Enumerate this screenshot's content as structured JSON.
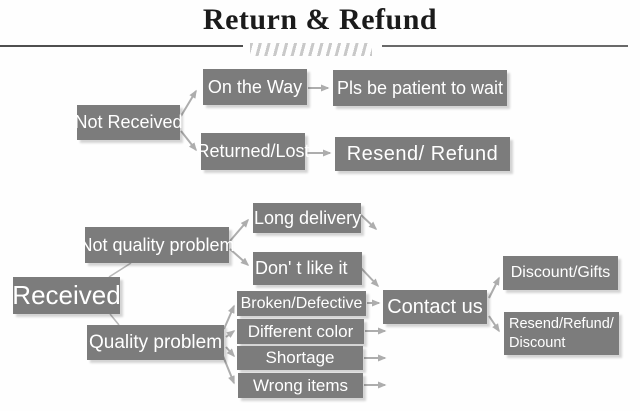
{
  "title": "Return & Refund",
  "colors": {
    "box": "#7c7c7c",
    "arrow": "#adadad",
    "text": "#ffffff",
    "title": "#1b1b1b",
    "rule": "#4f4f4f",
    "hatch": "#c9c9c9"
  },
  "flowchart": {
    "not_received": "Not Received",
    "on_the_way": "On the Way",
    "pls_wait": "Pls be patient to wait",
    "returned_lost": "Returned/Lost",
    "resend_refund": "Resend/ Refund",
    "received": "Received",
    "not_quality_problem": "Not quality problem",
    "long_delivery": "Long delivery",
    "dont_like_it": "Don' t like it",
    "quality_problem": "Quality problem",
    "broken_defective": "Broken/Defective",
    "different_color": "Different color",
    "shortage": "Shortage",
    "wrong_items": "Wrong items",
    "contact_us": "Contact us",
    "discount_gifts": "Discount/Gifts",
    "resend_refund_discount": "Resend/Refund/ Discount"
  }
}
